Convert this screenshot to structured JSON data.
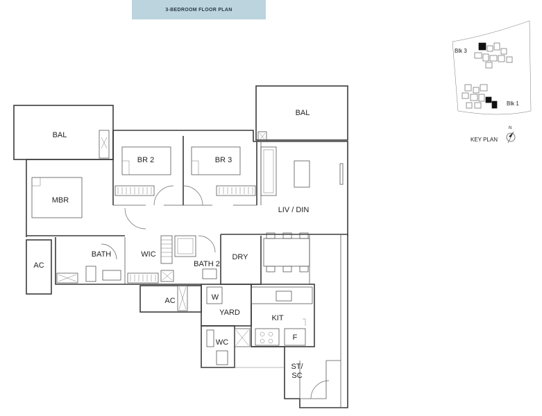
{
  "banner": {
    "title": "3-BEDROOM FLOOR PLAN",
    "color": "#bcd4de"
  },
  "key_plan": {
    "label": "KEY PLAN",
    "block_top": "Blk 3",
    "block_bottom": "Blk 1",
    "north": "N"
  },
  "rooms": {
    "bal_left": "BAL",
    "bal_right": "BAL",
    "br2": "BR 2",
    "br3": "BR 3",
    "mbr": "MBR",
    "liv_din": "LIV / DIN",
    "ac_left": "AC",
    "bath1": "BATH",
    "wic": "WIC",
    "bath2": "BATH 2",
    "dry": "DRY",
    "ac_mid": "AC",
    "w": "W",
    "yard": "YARD",
    "kit": "KIT",
    "wc": "WC",
    "f": "F",
    "st_sc_1": "ST/",
    "st_sc_2": "SC"
  }
}
